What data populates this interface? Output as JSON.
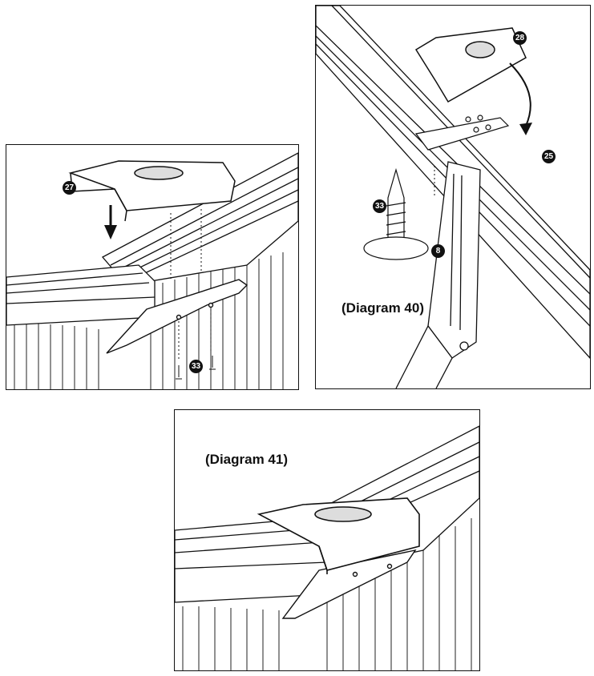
{
  "panels": {
    "top_left": {
      "callouts": {
        "cap": "27",
        "screw": "33"
      }
    },
    "top_right": {
      "caption": "(Diagram 40)",
      "callouts": {
        "cap": "28",
        "rail": "25",
        "screw": "33",
        "upright": "8"
      }
    },
    "bottom": {
      "caption": "(Diagram 41)"
    }
  }
}
